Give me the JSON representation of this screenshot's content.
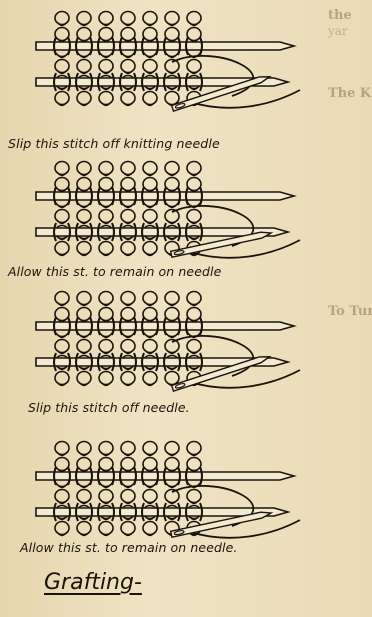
{
  "bleed_text": [
    "the",
    "yar",
    "The K",
    "",
    "",
    "",
    "",
    "",
    "",
    "To Tur",
    "",
    "",
    "",
    "",
    "",
    "",
    "",
    "",
    "",
    "",
    ""
  ],
  "panels": [
    {
      "caption": "Slip this stitch off knitting needle"
    },
    {
      "caption": "Allow this st. to remain on needle"
    },
    {
      "caption": "Slip this stitch off needle."
    },
    {
      "caption": "Allow this st. to remain on needle."
    }
  ],
  "title": "Grafting",
  "title_suffix": "-",
  "colors": {
    "ink": "#1a140c",
    "paper": "#eadcb8",
    "needle_fill": "#f4ead2"
  }
}
